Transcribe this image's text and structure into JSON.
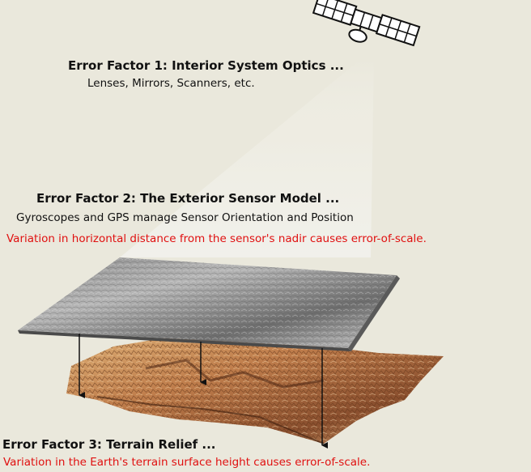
{
  "factor1": {
    "heading": "Error Factor 1:  Interior System Optics ...",
    "detail": "Lenses, Mirrors, Scanners, etc."
  },
  "factor2": {
    "heading": "Error Factor 2:  The Exterior Sensor Model ...",
    "detail": "Gyroscopes and GPS manage Sensor Orientation and Position",
    "note": "Variation in horizontal distance from the sensor's nadir causes error-of-scale."
  },
  "factor3": {
    "heading": "Error Factor 3:  Terrain Relief ...",
    "note": "Variation in the Earth's terrain surface height causes error-of-scale."
  },
  "colors": {
    "background": "#eae8dc",
    "note_text": "#e01010",
    "heading_text": "#111111"
  },
  "icons": {
    "sensor": "satellite-icon",
    "image_plane": "image-plane-grayscale",
    "terrain": "terrain-relief-surface"
  }
}
